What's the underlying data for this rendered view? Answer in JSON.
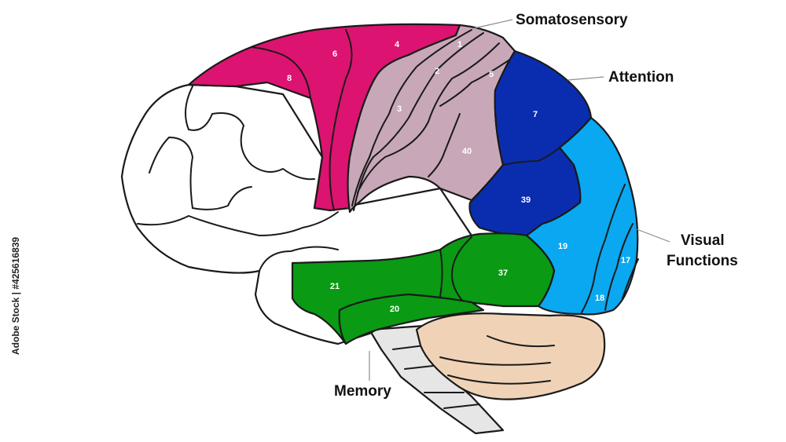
{
  "colors": {
    "motor": "#dc1370",
    "somatosensory": "#c8a8b8",
    "attention": "#0a2db0",
    "visual": "#0aa8f0",
    "temporal": "#0a9a14",
    "cerebellum": "#f0d3b6",
    "brainstem": "#e6e6e6",
    "outline": "#1a1a1a"
  },
  "callouts": {
    "somatosensory": "Somatosensory",
    "attention": "Attention",
    "visual_line1": "Visual",
    "visual_line2": "Functions",
    "memory": "Memory"
  },
  "areas": {
    "a1": "1",
    "a2": "2",
    "a3": "3",
    "a4": "4",
    "a5": "5",
    "a6": "6",
    "a7": "7",
    "a8": "8",
    "a17": "17",
    "a18": "18",
    "a19": "19",
    "a20": "20",
    "a21": "21",
    "a37": "37",
    "a39": "39",
    "a40": "40"
  },
  "side_text": "Adobe Stock | #425616839"
}
